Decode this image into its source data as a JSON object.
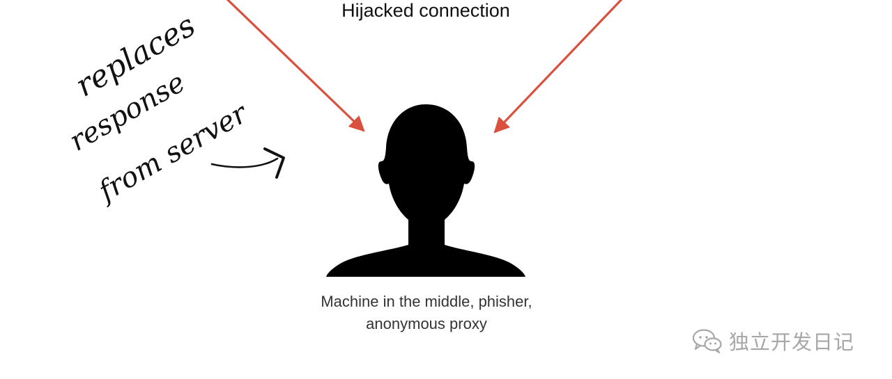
{
  "diagram": {
    "title": "Hijacked connection",
    "person": {
      "caption_line1": "Machine in the middle, phisher,",
      "caption_line2": "anonymous proxy"
    },
    "annotation": {
      "line1": "replaces",
      "line2": "response",
      "line3": "from server"
    },
    "colors": {
      "arrow": "#d9503f",
      "silhouette": "#000000",
      "ink": "#111111"
    },
    "icons": {
      "person": "person-silhouette-icon",
      "wechat": "wechat-icon"
    }
  },
  "watermark": {
    "text": "独立开发日记"
  }
}
